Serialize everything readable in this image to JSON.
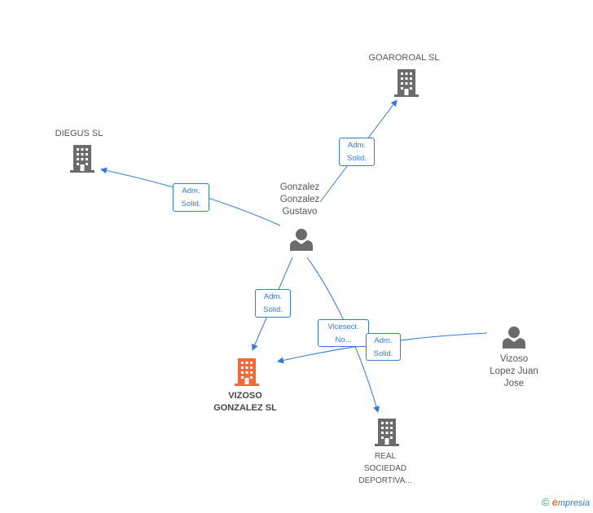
{
  "colors": {
    "edge": "#2f7bd6",
    "building": "#6b6b6b",
    "building_main": "#f26a3a",
    "person": "#6b6b6b"
  },
  "nodes": {
    "goaroral": {
      "label": "GOAROROAL SL",
      "icon": "building-icon"
    },
    "diegus": {
      "label": "DIEGUS SL",
      "icon": "building-icon"
    },
    "gonzalez": {
      "label": "Gonzalez\nGonzalez\nGustavo",
      "icon": "person-icon"
    },
    "vizoso_sl": {
      "label": "VIZOSO\nGONZALEZ SL",
      "icon": "building-icon"
    },
    "vizoso_person": {
      "label": "Vizoso\nLopez Juan\nJose",
      "icon": "person-icon"
    },
    "real": {
      "label": "REAL\nSOCIEDAD\nDEPORTIVA...",
      "icon": "building-icon"
    }
  },
  "edges": {
    "to_goaroral": "Adm.\nSolid.",
    "to_diegus": "Adm.\nSolid.",
    "to_vizoso_sl": "Adm.\nSolid.",
    "to_real": "Vicesecr.\nNo...",
    "person2_to_vizoso_sl": "Adm.\nSolid."
  },
  "footer": {
    "copyright": "©",
    "brand_e": "e",
    "brand_rest": "mpresia"
  }
}
